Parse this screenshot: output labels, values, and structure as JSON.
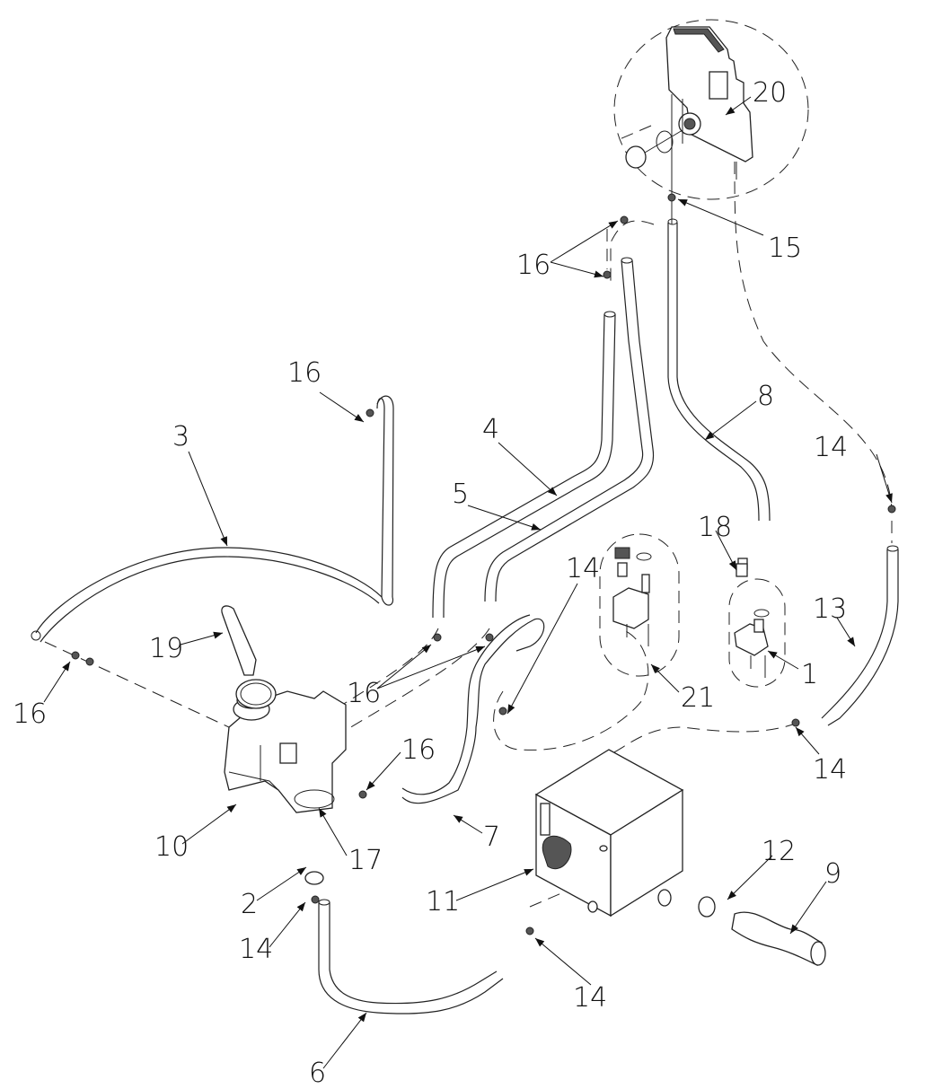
{
  "diagram": {
    "type": "exploded-parts-view",
    "subject": "water hoses and valve assembly",
    "callouts": [
      {
        "id": "c1",
        "label": "1",
        "part": "inlet valve"
      },
      {
        "id": "c2",
        "label": "2",
        "part": "plug"
      },
      {
        "id": "c3",
        "label": "3",
        "part": "hose"
      },
      {
        "id": "c4",
        "label": "4",
        "part": "hose"
      },
      {
        "id": "c5",
        "label": "5",
        "part": "hose"
      },
      {
        "id": "c6",
        "label": "6",
        "part": "hose"
      },
      {
        "id": "c7",
        "label": "7",
        "part": "hose"
      },
      {
        "id": "c8",
        "label": "8",
        "part": "hose"
      },
      {
        "id": "c9",
        "label": "9",
        "part": "drain hose"
      },
      {
        "id": "c10",
        "label": "10",
        "part": "softener / reservoir unit"
      },
      {
        "id": "c11",
        "label": "11",
        "part": "tank"
      },
      {
        "id": "c12",
        "label": "12",
        "part": "hose clamp"
      },
      {
        "id": "c13",
        "label": "13",
        "part": "hose"
      },
      {
        "id": "c14a",
        "label": "14",
        "part": "clamp"
      },
      {
        "id": "c14b",
        "label": "14",
        "part": "clamp"
      },
      {
        "id": "c14c",
        "label": "14",
        "part": "clamp"
      },
      {
        "id": "c14d",
        "label": "14",
        "part": "clamp"
      },
      {
        "id": "c14e",
        "label": "14",
        "part": "clamp"
      },
      {
        "id": "c15",
        "label": "15",
        "part": "clamp"
      },
      {
        "id": "c16a",
        "label": "16",
        "part": "clamp"
      },
      {
        "id": "c16b",
        "label": "16",
        "part": "clamp"
      },
      {
        "id": "c16c",
        "label": "16",
        "part": "clamp"
      },
      {
        "id": "c16d",
        "label": "16",
        "part": "clamp"
      },
      {
        "id": "c16e",
        "label": "16",
        "part": "clamp"
      },
      {
        "id": "c17",
        "label": "17",
        "part": "clamp"
      },
      {
        "id": "c18",
        "label": "18",
        "part": "connector"
      },
      {
        "id": "c19",
        "label": "19",
        "part": "funnel"
      },
      {
        "id": "c20",
        "label": "20",
        "part": "dispenser / air break"
      },
      {
        "id": "c21",
        "label": "21",
        "part": "inlet valve (alternate)"
      }
    ]
  }
}
